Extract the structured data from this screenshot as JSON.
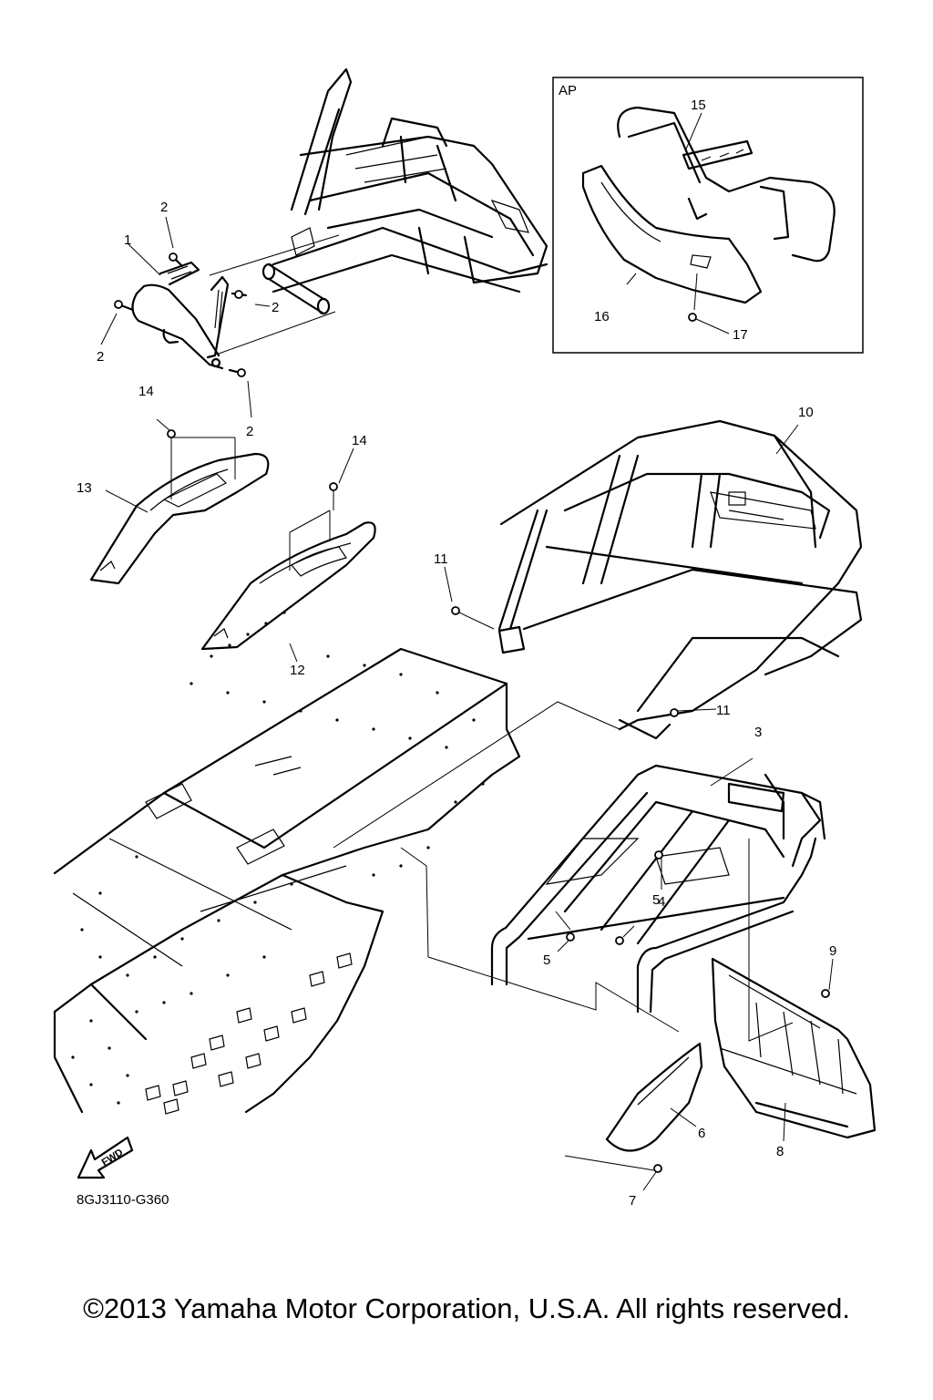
{
  "inset": {
    "label": "AP"
  },
  "callouts": [
    {
      "id": "c1",
      "label": "1"
    },
    {
      "id": "c2a",
      "label": "2"
    },
    {
      "id": "c2b",
      "label": "2"
    },
    {
      "id": "c2c",
      "label": "2"
    },
    {
      "id": "c2d",
      "label": "2"
    },
    {
      "id": "c3",
      "label": "3"
    },
    {
      "id": "c4",
      "label": "4"
    },
    {
      "id": "c5a",
      "label": "5"
    },
    {
      "id": "c5b",
      "label": "5"
    },
    {
      "id": "c6",
      "label": "6"
    },
    {
      "id": "c7",
      "label": "7"
    },
    {
      "id": "c8",
      "label": "8"
    },
    {
      "id": "c9",
      "label": "9"
    },
    {
      "id": "c10",
      "label": "10"
    },
    {
      "id": "c11a",
      "label": "11"
    },
    {
      "id": "c11b",
      "label": "11"
    },
    {
      "id": "c12",
      "label": "12"
    },
    {
      "id": "c13",
      "label": "13"
    },
    {
      "id": "c14a",
      "label": "14"
    },
    {
      "id": "c14b",
      "label": "14"
    },
    {
      "id": "c15",
      "label": "15"
    },
    {
      "id": "c16",
      "label": "16"
    },
    {
      "id": "c17",
      "label": "17"
    }
  ],
  "fwd_label": "FWD",
  "reference_code": "8GJ3110-G360",
  "copyright": "©2013 Yamaha Motor Corporation, U.S.A. All rights reserved."
}
